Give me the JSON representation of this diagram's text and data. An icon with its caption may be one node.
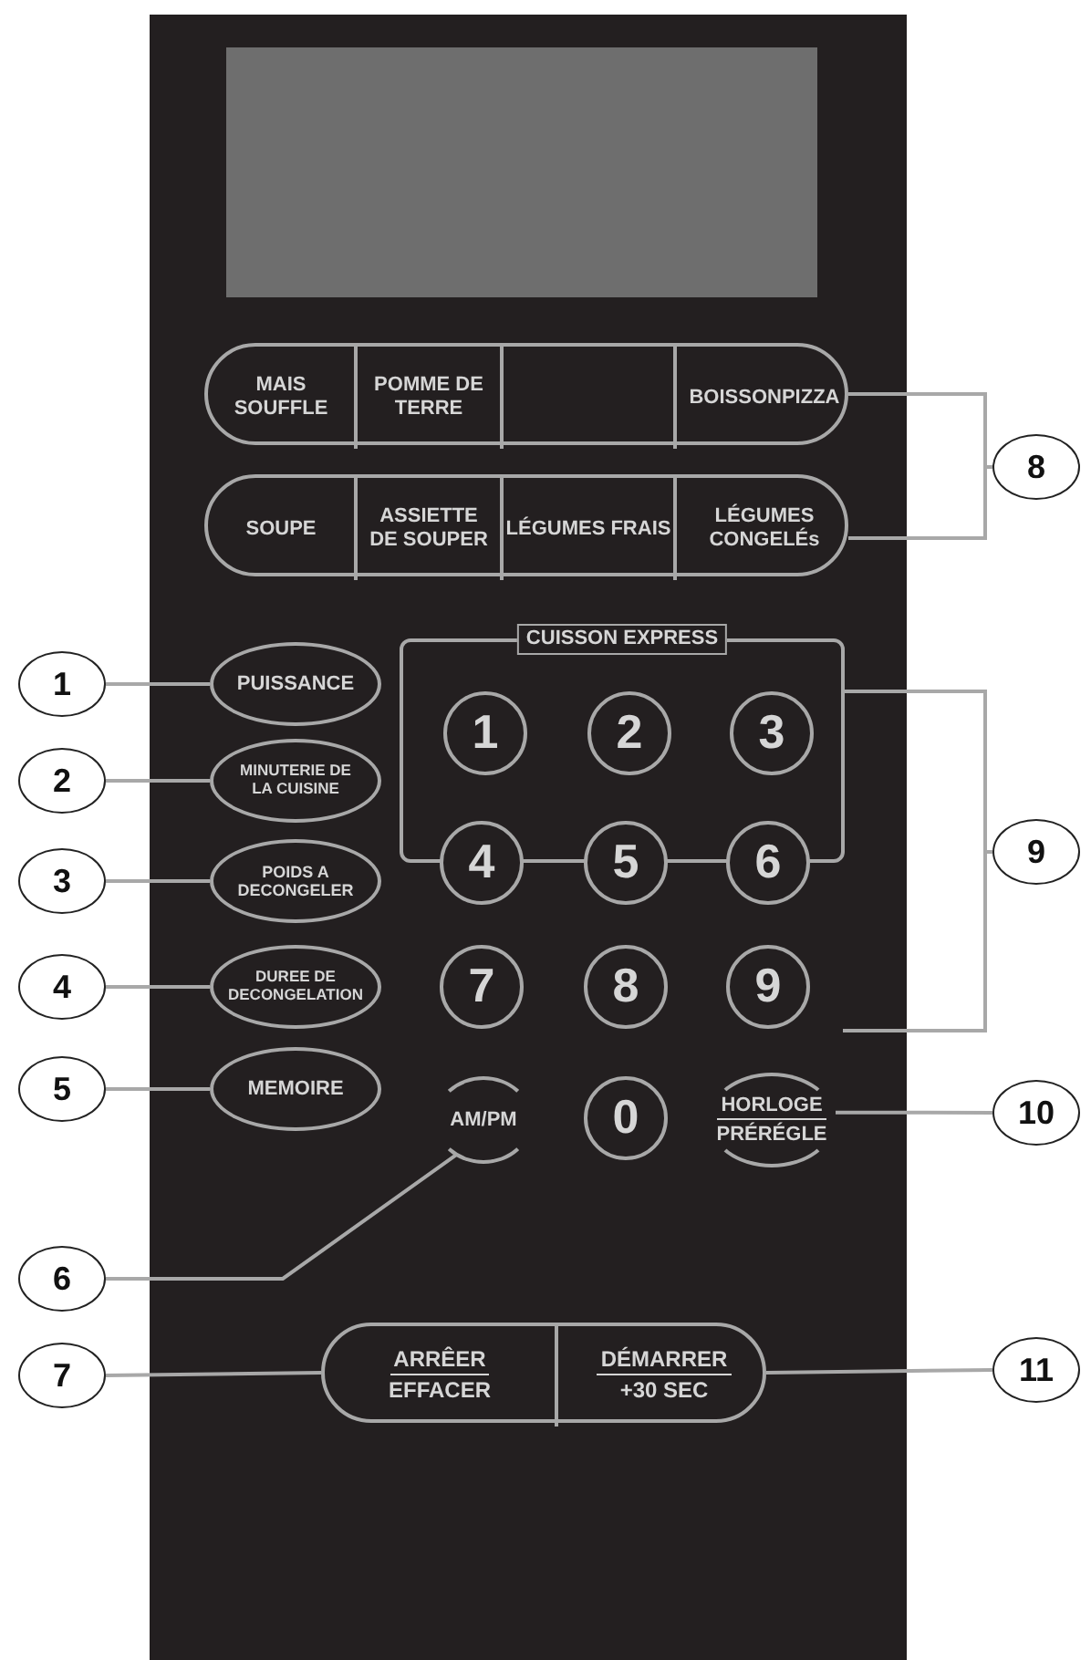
{
  "diagram": {
    "nodes": [
      {
        "text": [],
        "shape": "box"
      },
      {
        "text": [],
        "shape": "box",
        "in": 0
      },
      {
        "text": [],
        "shape": "box",
        "in": 0
      },
      {
        "text": [
          "MAIS SOUFFLE"
        ],
        "in": 2
      },
      {
        "text": [
          "POMME DE TERRE"
        ],
        "in": 2
      },
      {
        "text": [],
        "shape": "box",
        "in": 2
      },
      {
        "text": [
          "BOISSONPIZZA"
        ],
        "in": 2
      },
      {
        "text": [],
        "shape": "box",
        "in": 0
      },
      {
        "text": [
          "SOUPE"
        ],
        "in": 7
      },
      {
        "text": [
          "ASSIETTE DE SOUPER"
        ],
        "in": 7
      },
      {
        "text": [
          "LÉGUMES FRAIS"
        ],
        "in": 7
      },
      {
        "text": [
          "LÉGUMES CONGELÉs"
        ],
        "in": 7
      },
      {
        "text": [
          "PUISSANCE"
        ],
        "in": 0
      },
      {
        "text": [
          "MINUTERIE DE LA CUISINE"
        ],
        "in": 0
      },
      {
        "text": [
          "POIDS A DECONGELER"
        ],
        "in": 0
      },
      {
        "text": [
          "DUREE DE DECONGELATION"
        ],
        "in": 0
      },
      {
        "text": [
          "MEMOIRE"
        ],
        "in": 0
      },
      {
        "text": [
          "CUISSON EXPRESS"
        ],
        "in": 0
      },
      {
        "text": [
          "1"
        ],
        "in": 17
      },
      {
        "text": [
          "2"
        ],
        "in": 17
      },
      {
        "text": [
          "3"
        ],
        "in": 17
      },
      {
        "text": [
          "4"
        ],
        "in": 0
      },
      {
        "text": [
          "5"
        ],
        "in": 0
      },
      {
        "text": [
          "6"
        ],
        "in": 0
      },
      {
        "text": [
          "7"
        ],
        "in": 0
      },
      {
        "text": [
          "8"
        ],
        "in": 0
      },
      {
        "text": [
          "9"
        ],
        "in": 0
      },
      {
        "text": [
          "0"
        ],
        "in": 0
      },
      {
        "text": [
          "AM/PM"
        ],
        "in": 0
      },
      {
        "text": [
          "HORLOGE",
          "PRÉRÉGLE"
        ],
        "in": 0
      },
      {
        "text": [],
        "shape": "box",
        "in": 0
      },
      {
        "text": [
          "ARRÊER",
          "EFFACER"
        ],
        "in": 30
      },
      {
        "text": [
          "DÉMARRER",
          "+30 SEC"
        ],
        "in": 30
      },
      {
        "text": [
          "1"
        ]
      },
      {
        "text": [
          "2"
        ]
      },
      {
        "text": [
          "3"
        ]
      },
      {
        "text": [
          "4"
        ]
      },
      {
        "text": [
          "5"
        ]
      },
      {
        "text": [
          "6"
        ]
      },
      {
        "text": [
          "7"
        ]
      },
      {
        "text": [
          "8"
        ]
      },
      {
        "text": [
          "9"
        ]
      },
      {
        "text": [
          "10"
        ]
      },
      {
        "text": [
          "11"
        ]
      }
    ],
    "edges": [
      {
        "from": 33,
        "to": 12,
        "arrow": "none"
      },
      {
        "from": 34,
        "to": 13,
        "arrow": "none"
      },
      {
        "from": 35,
        "to": 14,
        "arrow": "none"
      },
      {
        "from": 36,
        "to": 15,
        "arrow": "none"
      },
      {
        "from": 37,
        "to": 16,
        "arrow": "none"
      },
      {
        "from": 38,
        "to": 28,
        "arrow": "none"
      },
      {
        "from": 39,
        "to": 30,
        "arrow": "none"
      },
      {
        "from": 40,
        "to": 2,
        "arrow": "none"
      },
      {
        "from": 40,
        "to": 7,
        "arrow": "none"
      },
      {
        "from": 41,
        "to": 17,
        "arrow": "none"
      },
      {
        "from": 41,
        "to": null,
        "arrow": "none"
      },
      {
        "from": 42,
        "to": 29,
        "arrow": "none"
      },
      {
        "from": 43,
        "to": 30,
        "arrow": "none"
      }
    ]
  }
}
